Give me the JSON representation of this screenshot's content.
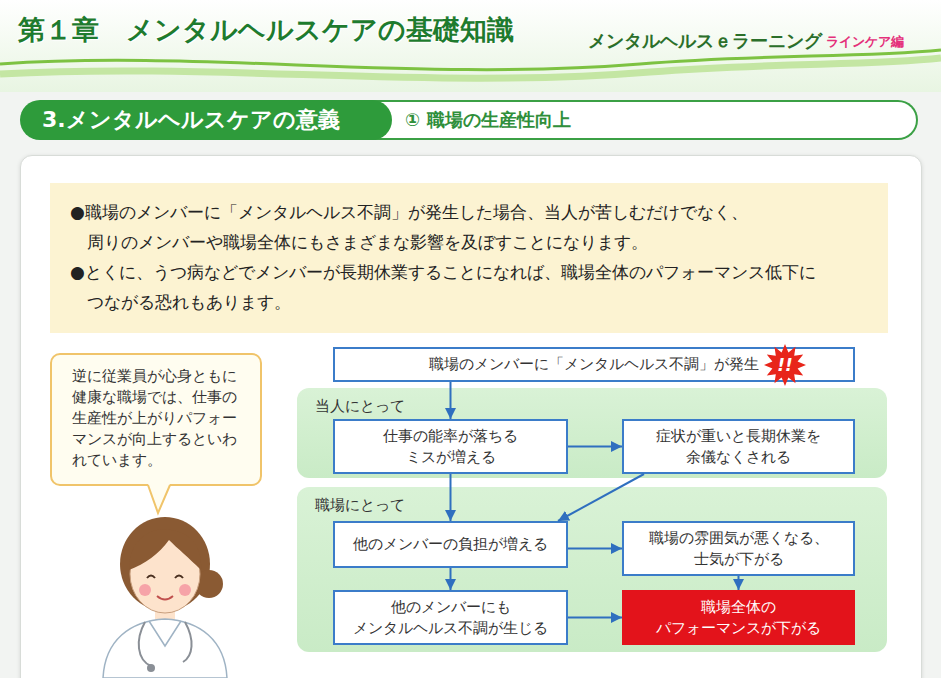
{
  "diagram": {
    "title": "第１章　メンタルヘルスケアの基礎知識",
    "nodes": [
      {
        "text": [
          "3.メンタルヘルスケアの意義"
        ]
      },
      {
        "text": [
          "① 職場の生産性向上"
        ]
      },
      {
        "text": [
          "●職場のメンバーに「メンタルヘルス不調」が発生した場合、当人が苦しむだけでなく、 周りのメンバーや職場全体にもさまざまな影響を及ぼすことになります。",
          "●とくに、うつ病などでメンバーが長期休業することになれば、職場全体のパフォーマンス低下に つながる恐れもあります。"
        ]
      },
      {
        "text": [
          "逆に従業員が心身ともに 健康な職場では、仕事の 生産性が上がりパフォー マンスが向上するといわ れています。"
        ]
      },
      {
        "text": [
          "職場のメンバーに「メンタルヘルス不調」が発生"
        ]
      },
      {
        "text": [
          "当人にとって"
        ]
      },
      {
        "text": [
          "仕事の能率が落ちる ミスが増える"
        ],
        "in": 5
      },
      {
        "text": [
          "症状が重いと長期休業を 余儀なくされる"
        ],
        "in": 5
      },
      {
        "text": [
          "職場にとって"
        ]
      },
      {
        "text": [
          "他のメンバーの負担が増える"
        ],
        "in": 8
      },
      {
        "text": [
          "職場の雰囲気が悪くなる、 士気が下がる"
        ],
        "in": 8
      },
      {
        "text": [
          "他のメンバーにも メンタルヘルス不調が生じる"
        ],
        "in": 8
      },
      {
        "text": [
          "職場全体の パフォーマンスが下がる"
        ],
        "in": 8
      }
    ],
    "edges": [
      {
        "from": 4,
        "to": 6,
        "arrow": "to"
      },
      {
        "from": 6,
        "to": 7,
        "arrow": "to"
      },
      {
        "from": 6,
        "to": 9,
        "arrow": "to"
      },
      {
        "from": 7,
        "to": 9,
        "arrow": "to"
      },
      {
        "from": 9,
        "to": 10,
        "arrow": "to"
      },
      {
        "from": 9,
        "to": 11,
        "arrow": "to"
      },
      {
        "from": 10,
        "to": 12,
        "arrow": "to"
      },
      {
        "from": 11,
        "to": 12,
        "arrow": "to"
      }
    ],
    "labels": [
      "メンタルヘルスｅラーニング",
      "ラインケア編",
      "!!"
    ]
  }
}
